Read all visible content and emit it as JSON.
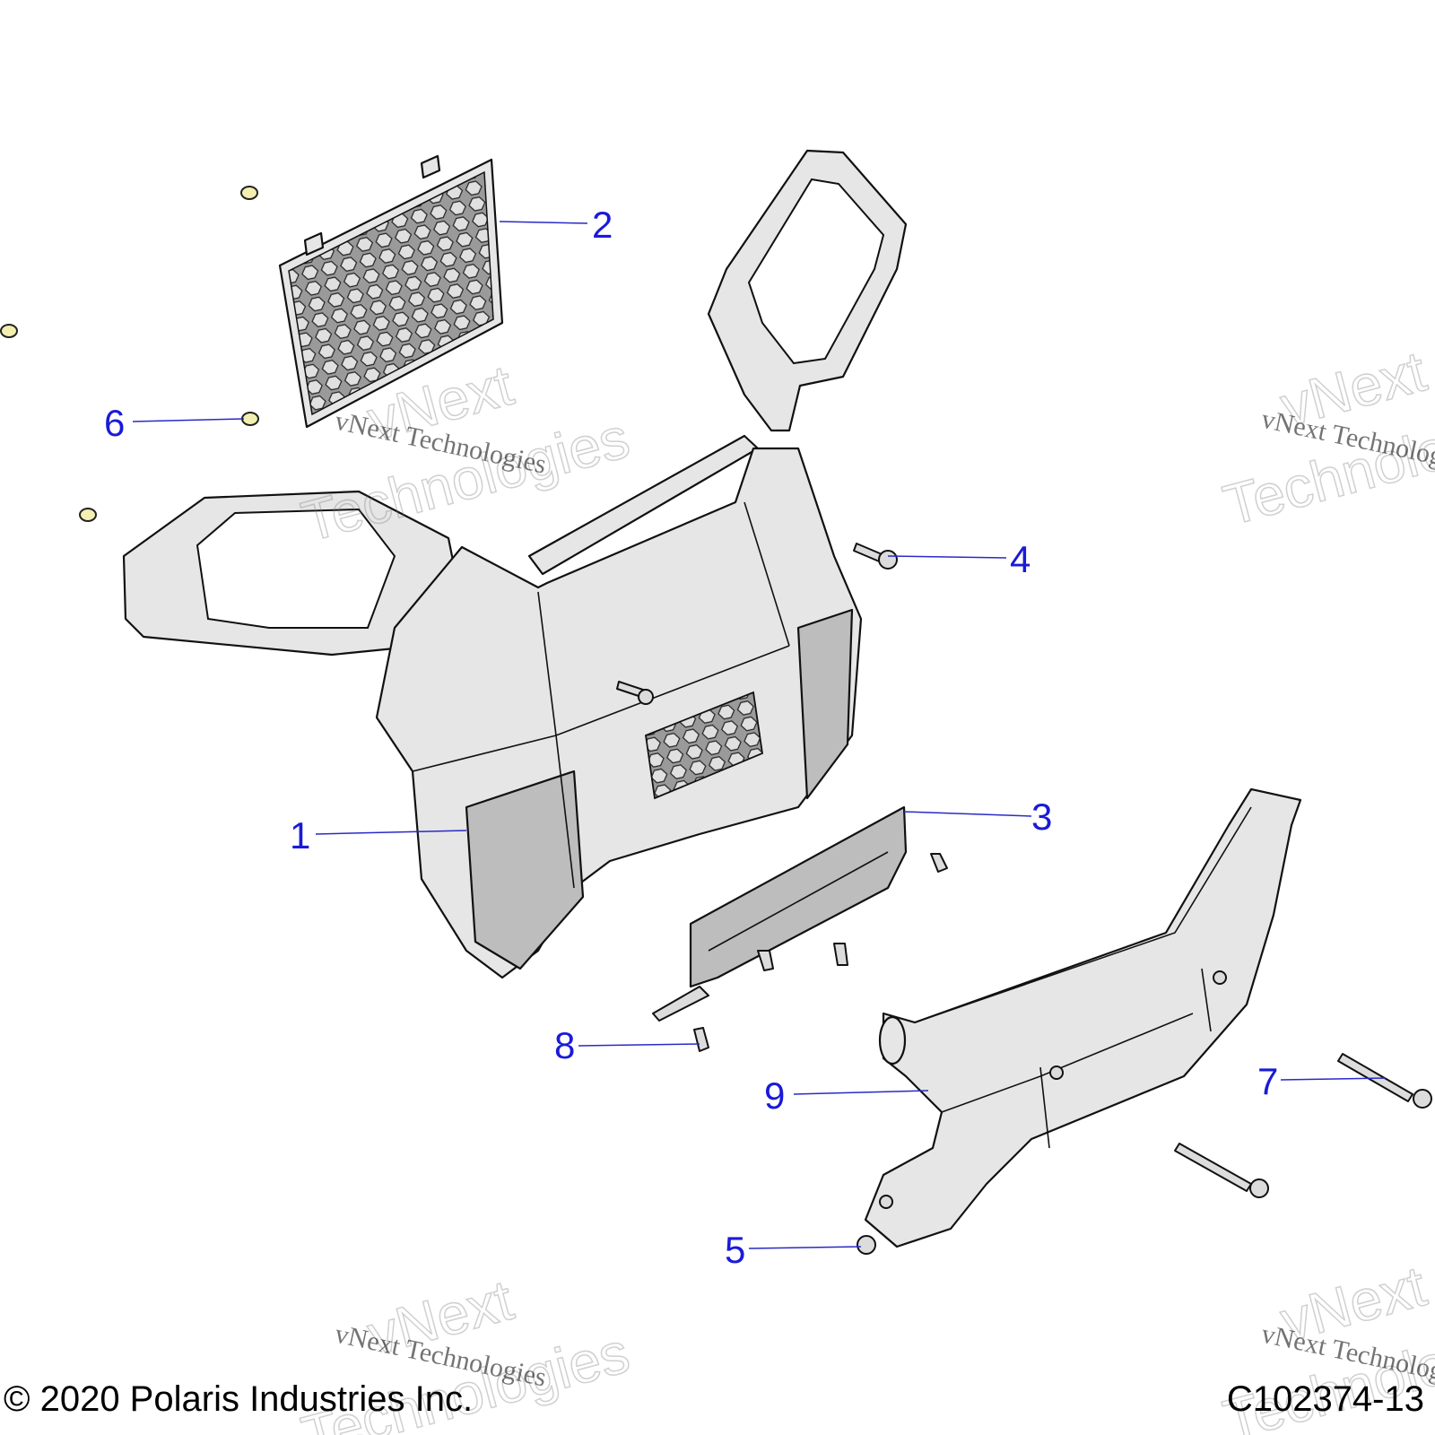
{
  "callouts": [
    {
      "num": "1"
    },
    {
      "num": "2"
    },
    {
      "num": "3"
    },
    {
      "num": "4"
    },
    {
      "num": "5"
    },
    {
      "num": "6"
    },
    {
      "num": "7"
    },
    {
      "num": "8"
    },
    {
      "num": "9"
    }
  ],
  "watermark": {
    "line1": "vNext",
    "line2": "Technologies",
    "small": "vNext Technologies"
  },
  "footer": {
    "copyright": "© 2020 Polaris Industries Inc.",
    "diagram_id": "C102374-13"
  },
  "colors": {
    "callout": "#1a1ad8",
    "leader": "#2a2ac8",
    "nut": "#f2efb0"
  }
}
